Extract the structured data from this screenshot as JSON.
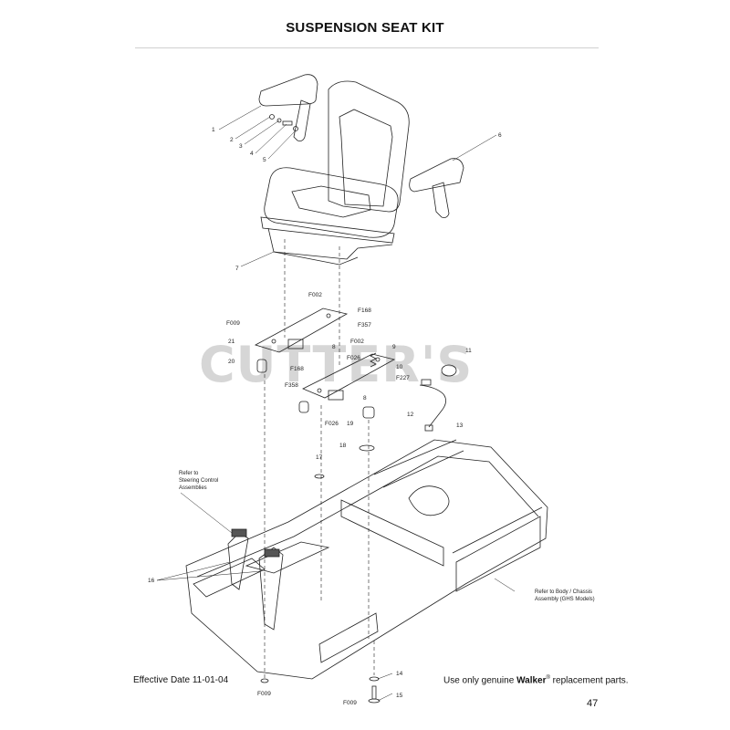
{
  "page": {
    "title": "SUSPENSION SEAT KIT",
    "effective_date": "Effective Date 11-01-04",
    "footer_prefix": "Use only genuine ",
    "footer_brand": "Walker",
    "footer_reg": "®",
    "footer_suffix": " replacement parts.",
    "page_number": "47",
    "watermark": "CUTTER'S"
  },
  "notes": {
    "steering_ref": [
      "Refer to",
      "Steering Control",
      "Assemblies"
    ],
    "chassis_ref": [
      "Refer to Body / Chassis",
      "Assembly (GHS Models)"
    ]
  },
  "callouts": [
    "1",
    "2",
    "3",
    "4",
    "5",
    "6",
    "7",
    "F002",
    "F168",
    "F009",
    "F357",
    "21",
    "8",
    "F002",
    "9",
    "20",
    "F168",
    "F026",
    "11",
    "10",
    "F358",
    "F227",
    "8",
    "12",
    "13",
    "F026",
    "19",
    "18",
    "17",
    "16",
    "14",
    "F009",
    "F009",
    "15"
  ]
}
